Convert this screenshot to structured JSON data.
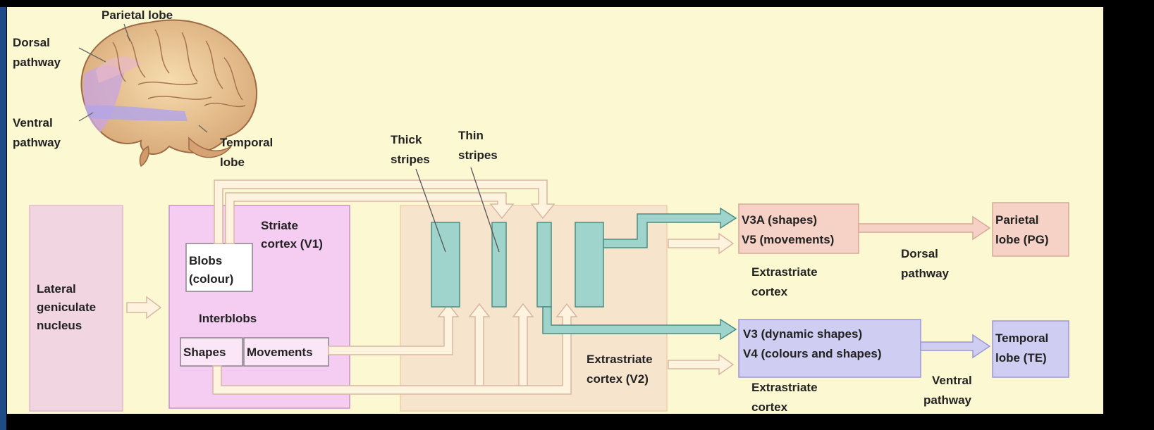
{
  "brain": {
    "parietal_lobe": "Parietal lobe",
    "dorsal_pathway": [
      "Dorsal",
      "pathway"
    ],
    "ventral_pathway": [
      "Ventral",
      "pathway"
    ],
    "temporal_lobe": [
      "Temporal",
      "lobe"
    ]
  },
  "lgn": [
    "Lateral",
    "geniculate",
    "nucleus"
  ],
  "v1": {
    "title": [
      "Striate",
      "cortex (V1)"
    ],
    "blobs": [
      "Blobs",
      "(colour)"
    ],
    "interblobs": "Interblobs",
    "shapes": "Shapes",
    "movements": "Movements"
  },
  "v2": {
    "thick_stripes": [
      "Thick",
      "stripes"
    ],
    "thin_stripes": [
      "Thin",
      "stripes"
    ],
    "title": [
      "Extrastriate",
      "cortex (V2)"
    ]
  },
  "dorsal": {
    "v3a": "V3A (shapes)",
    "v5": "V5 (movements)",
    "extrastriate": [
      "Extrastriate",
      "cortex"
    ],
    "pathway": [
      "Dorsal",
      "pathway"
    ],
    "target": [
      "Parietal",
      "lobe (PG)"
    ]
  },
  "ventral": {
    "v3": "V3 (dynamic shapes)",
    "v4": "V4 (colours and shapes)",
    "extrastriate": [
      "Extrastriate",
      "cortex"
    ],
    "pathway": [
      "Ventral",
      "pathway"
    ],
    "target": [
      "Temporal",
      "lobe (TE)"
    ]
  },
  "colors": {
    "background": "#fcf9d2",
    "frame": "#000000",
    "side_accent": "#1f4b86",
    "lgn_fill": "#f1d6e2",
    "v1_fill": "#f5ccf2",
    "v2_fill": "#f7e4cd",
    "stripe_fill": "#9fd4cc",
    "dorsal_fill": "#f6d1c5",
    "ventral_fill": "#cfcdf2",
    "arrow_fill": "#fdf3df",
    "arrow_stroke": "#d8b7a3"
  }
}
